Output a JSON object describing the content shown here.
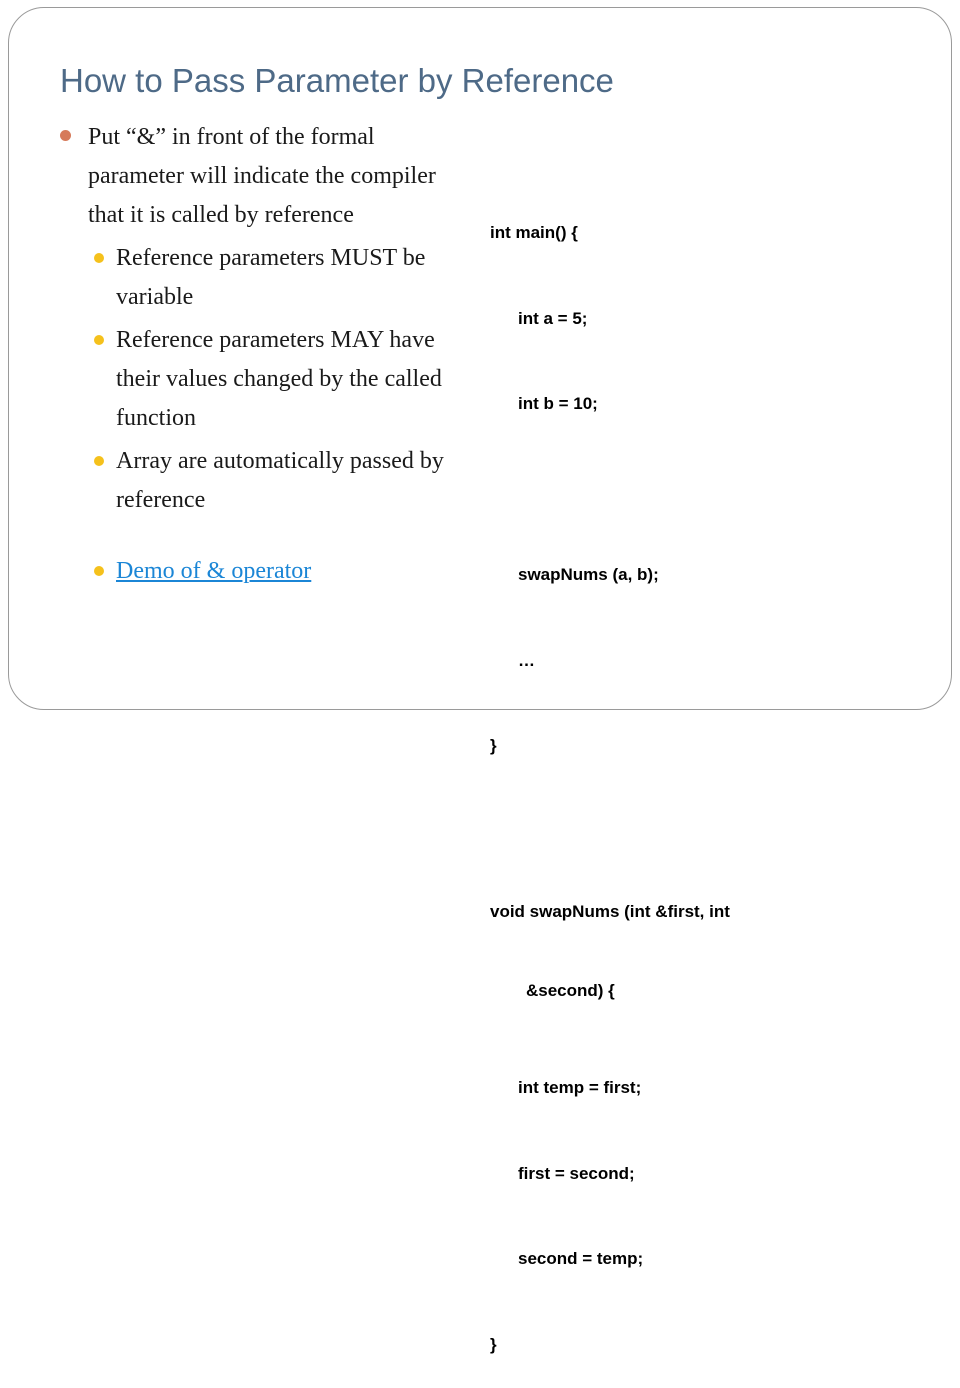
{
  "slide": {
    "title": "How to Pass Parameter by Reference",
    "bullets": {
      "main": "Put “&” in front of the formal parameter will indicate the compiler that it is called by reference",
      "sub": [
        "Reference parameters MUST be variable",
        "Reference parameters MAY have their values changed by the called function",
        "Array are automatically passed by reference"
      ],
      "link_label": "Demo of & operator"
    },
    "code_lines": [
      "int main() {",
      "int a = 5;",
      "int b = 10;",
      "",
      "swapNums (a, b);",
      "…",
      "}",
      "",
      "void swapNums (int &first, int",
      "&second) {",
      "int temp = first;",
      "first = second;",
      "second = temp;",
      "}"
    ]
  },
  "colors": {
    "title": "#4e6a87",
    "bullet_primary": "#d67a5a",
    "bullet_secondary": "#f5c11c",
    "link": "#1b86d6"
  }
}
